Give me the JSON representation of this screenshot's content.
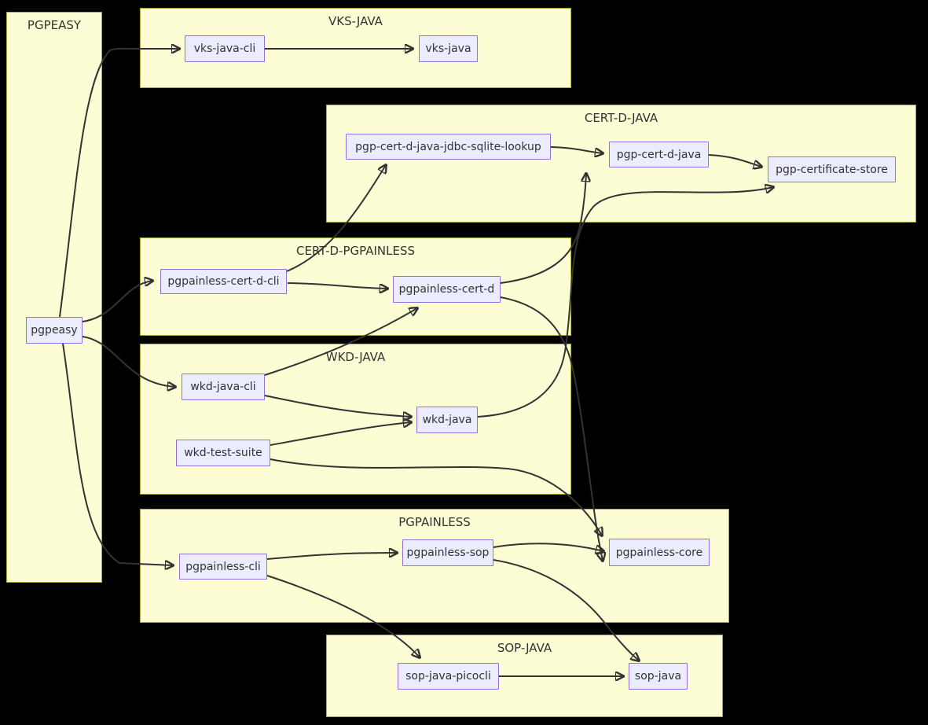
{
  "diagram": {
    "type": "dependency-graph",
    "colors": {
      "background": "#000000",
      "cluster_fill": "#fdfdd5",
      "cluster_border": "#aaaa33",
      "node_fill": "#ececff",
      "node_border": "#9370db",
      "edge": "#333333",
      "text": "#333333"
    },
    "clusters": [
      {
        "id": "PGPEASY",
        "label": "PGPEASY"
      },
      {
        "id": "VKS-JAVA",
        "label": "VKS-JAVA"
      },
      {
        "id": "CERT-D-JAVA",
        "label": "CERT-D-JAVA"
      },
      {
        "id": "CERT-D-PGPAINLESS",
        "label": "CERT-D-PGPAINLESS"
      },
      {
        "id": "WKD-JAVA",
        "label": "WKD-JAVA"
      },
      {
        "id": "PGPAINLESS",
        "label": "PGPAINLESS"
      },
      {
        "id": "SOP-JAVA",
        "label": "SOP-JAVA"
      }
    ],
    "nodes": [
      {
        "id": "pgpeasy",
        "label": "pgpeasy",
        "cluster": "PGPEASY"
      },
      {
        "id": "vks-java-cli",
        "label": "vks-java-cli",
        "cluster": "VKS-JAVA"
      },
      {
        "id": "vks-java",
        "label": "vks-java",
        "cluster": "VKS-JAVA"
      },
      {
        "id": "pgp-cert-d-java-jdbc-sqlite-lookup",
        "label": "pgp-cert-d-java-jdbc-sqlite-lookup",
        "cluster": "CERT-D-JAVA"
      },
      {
        "id": "pgp-cert-d-java",
        "label": "pgp-cert-d-java",
        "cluster": "CERT-D-JAVA"
      },
      {
        "id": "pgp-certificate-store",
        "label": "pgp-certificate-store",
        "cluster": "CERT-D-JAVA"
      },
      {
        "id": "pgpainless-cert-d-cli",
        "label": "pgpainless-cert-d-cli",
        "cluster": "CERT-D-PGPAINLESS"
      },
      {
        "id": "pgpainless-cert-d",
        "label": "pgpainless-cert-d",
        "cluster": "CERT-D-PGPAINLESS"
      },
      {
        "id": "wkd-java-cli",
        "label": "wkd-java-cli",
        "cluster": "WKD-JAVA"
      },
      {
        "id": "wkd-java",
        "label": "wkd-java",
        "cluster": "WKD-JAVA"
      },
      {
        "id": "wkd-test-suite",
        "label": "wkd-test-suite",
        "cluster": "WKD-JAVA"
      },
      {
        "id": "pgpainless-cli",
        "label": "pgpainless-cli",
        "cluster": "PGPAINLESS"
      },
      {
        "id": "pgpainless-sop",
        "label": "pgpainless-sop",
        "cluster": "PGPAINLESS"
      },
      {
        "id": "pgpainless-core",
        "label": "pgpainless-core",
        "cluster": "PGPAINLESS"
      },
      {
        "id": "sop-java-picocli",
        "label": "sop-java-picocli",
        "cluster": "SOP-JAVA"
      },
      {
        "id": "sop-java",
        "label": "sop-java",
        "cluster": "SOP-JAVA"
      }
    ],
    "edges": [
      {
        "from": "pgpeasy",
        "to": "vks-java-cli"
      },
      {
        "from": "pgpeasy",
        "to": "pgpainless-cert-d-cli"
      },
      {
        "from": "pgpeasy",
        "to": "wkd-java-cli"
      },
      {
        "from": "pgpeasy",
        "to": "pgpainless-cli"
      },
      {
        "from": "vks-java-cli",
        "to": "vks-java"
      },
      {
        "from": "pgp-cert-d-java-jdbc-sqlite-lookup",
        "to": "pgp-cert-d-java"
      },
      {
        "from": "pgp-cert-d-java",
        "to": "pgp-certificate-store"
      },
      {
        "from": "pgpainless-cert-d-cli",
        "to": "pgp-cert-d-java-jdbc-sqlite-lookup"
      },
      {
        "from": "pgpainless-cert-d-cli",
        "to": "pgpainless-cert-d"
      },
      {
        "from": "pgpainless-cert-d",
        "to": "pgp-cert-d-java"
      },
      {
        "from": "pgpainless-cert-d",
        "to": "pgpainless-core"
      },
      {
        "from": "wkd-java-cli",
        "to": "pgpainless-cert-d"
      },
      {
        "from": "wkd-java-cli",
        "to": "wkd-java"
      },
      {
        "from": "wkd-test-suite",
        "to": "wkd-java"
      },
      {
        "from": "wkd-test-suite",
        "to": "pgpainless-core"
      },
      {
        "from": "wkd-java",
        "to": "pgp-certificate-store"
      },
      {
        "from": "pgpainless-cli",
        "to": "pgpainless-sop"
      },
      {
        "from": "pgpainless-sop",
        "to": "pgpainless-core"
      },
      {
        "from": "pgpainless-sop",
        "to": "sop-java"
      },
      {
        "from": "pgpainless-cli",
        "to": "sop-java-picocli"
      },
      {
        "from": "sop-java-picocli",
        "to": "sop-java"
      }
    ]
  }
}
